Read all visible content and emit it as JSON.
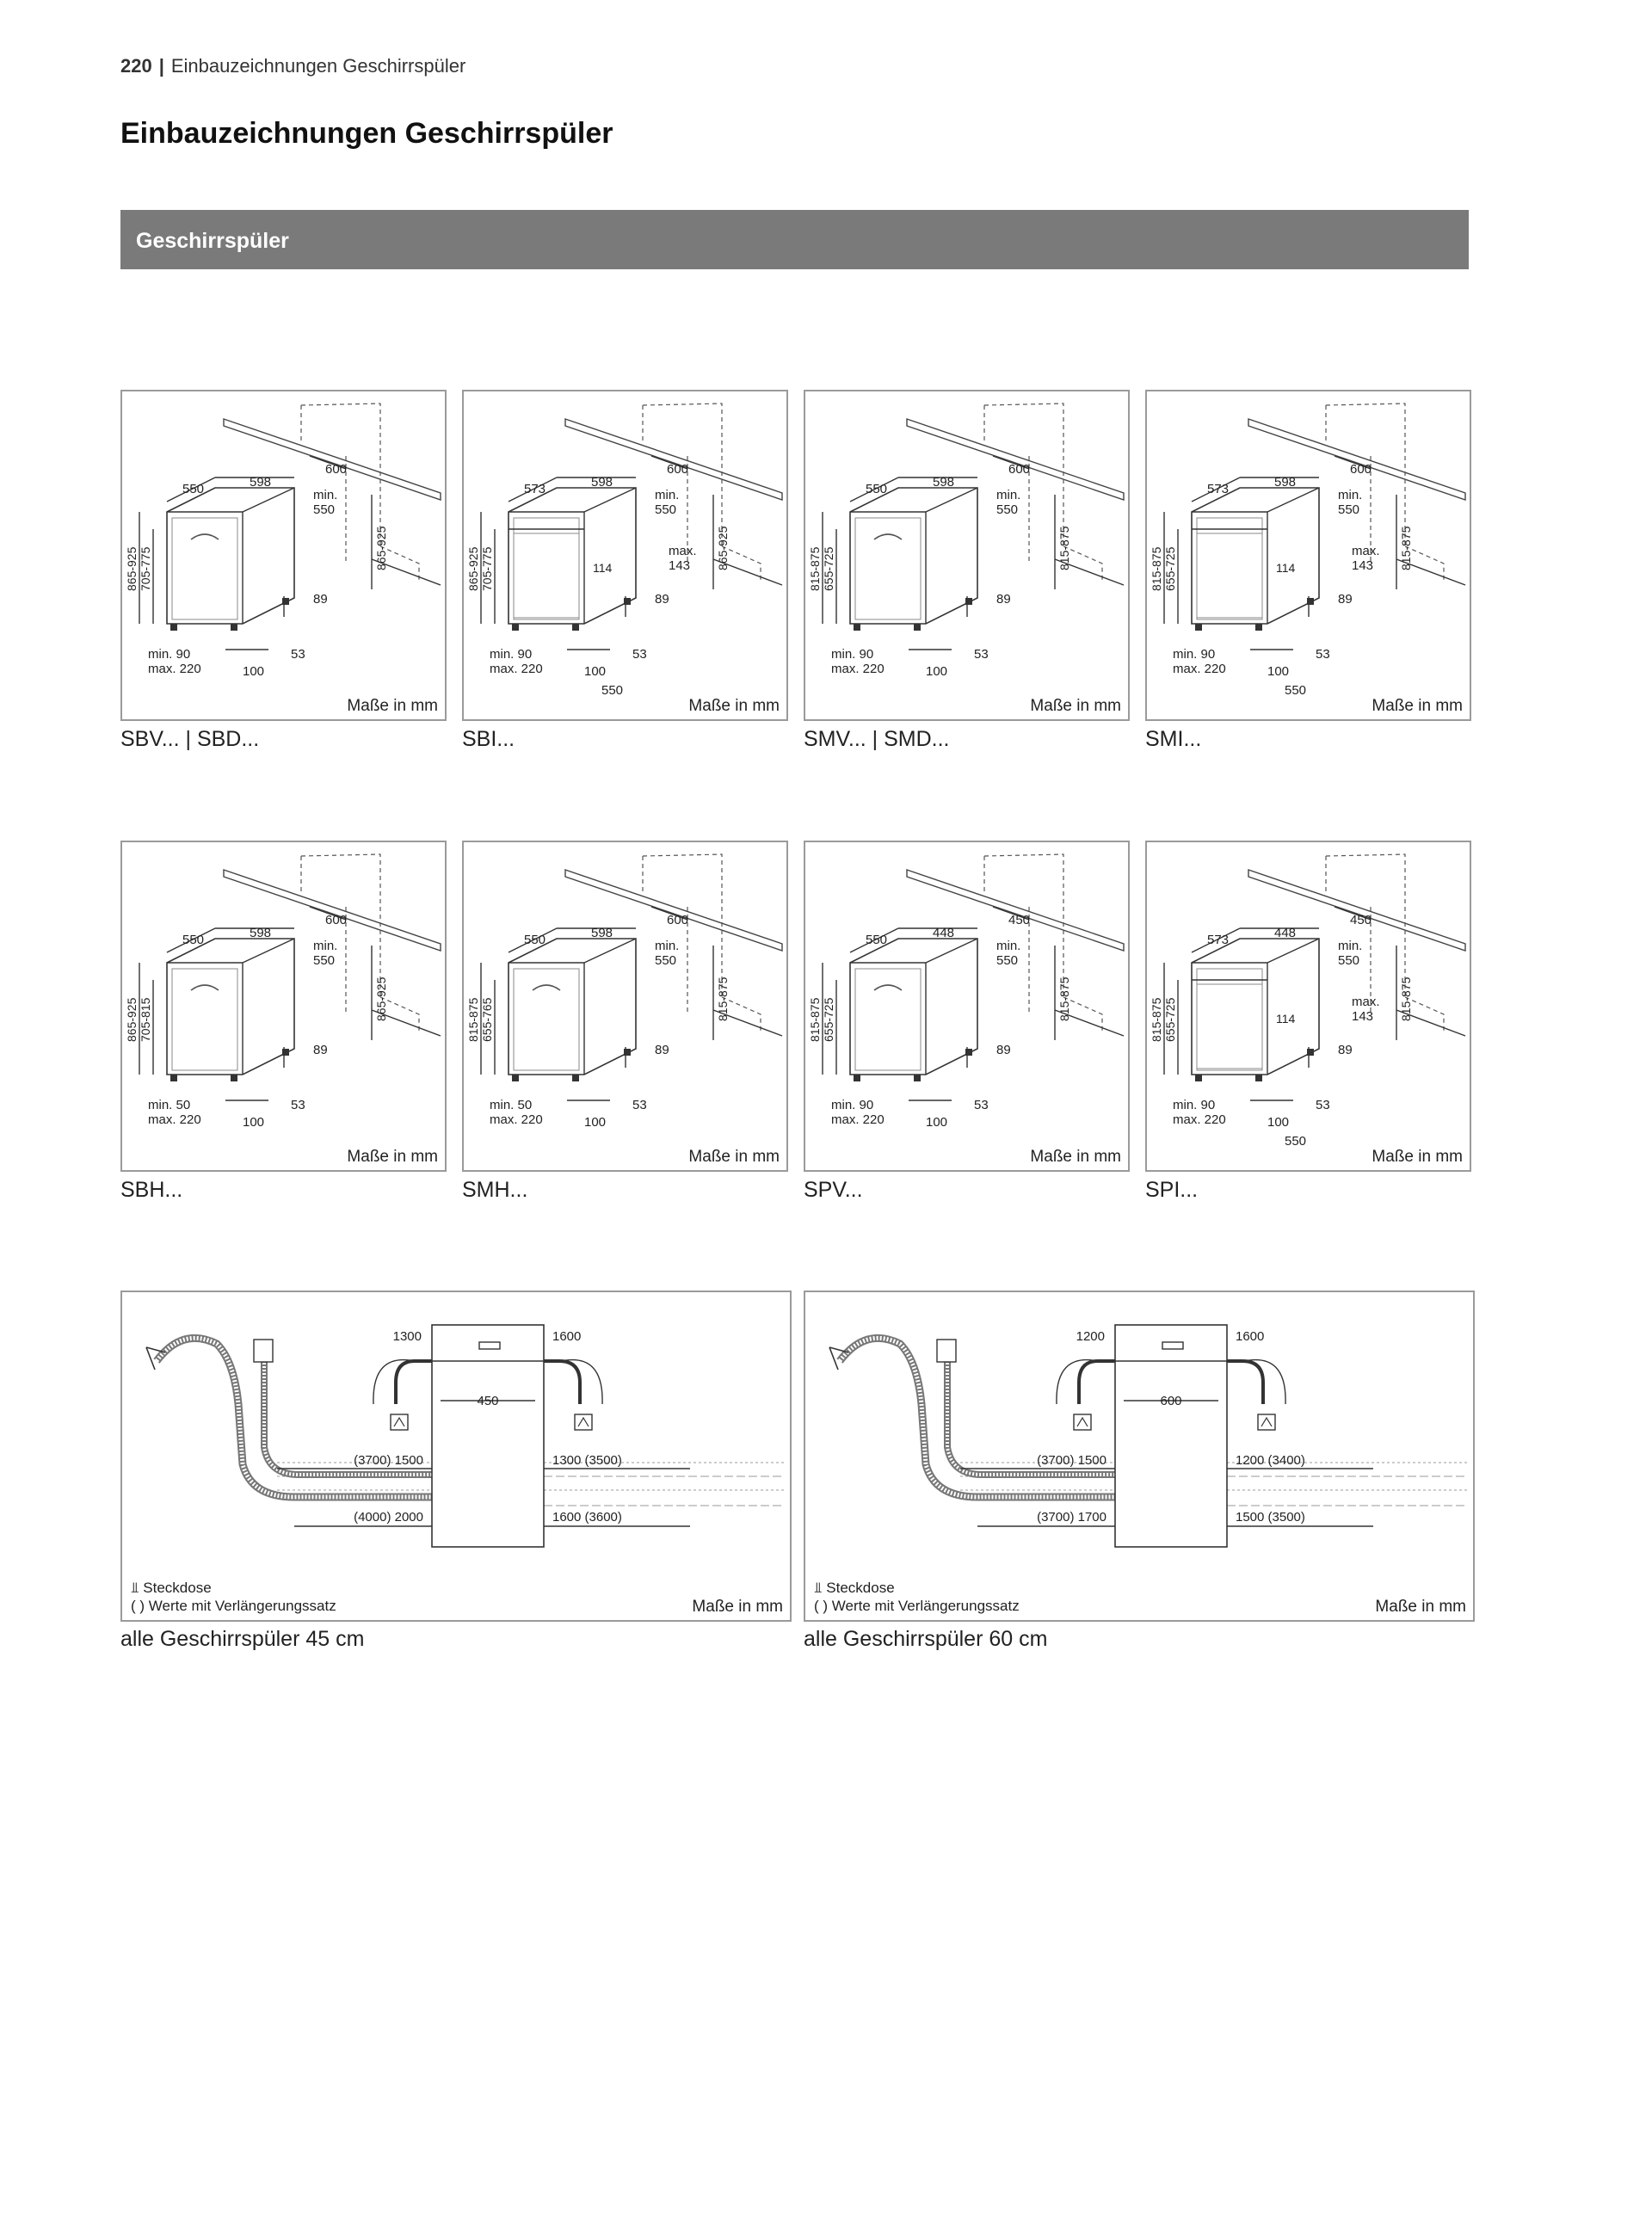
{
  "header": {
    "page_number": "220",
    "section": "Einbauzeichnungen Geschirrspüler"
  },
  "title": "Einbauzeichnungen Geschirrspüler",
  "banner": "Geschirrspüler",
  "unit_label": "Maße in mm",
  "panels": [
    {
      "caption": "SBV... | SBD...",
      "w": "550",
      "d": "598",
      "cab": "600",
      "minmax": "min. 550",
      "h1": "865-925",
      "h2": "705-775",
      "cabh": "865-925",
      "base": "89",
      "ap": "min. 90 max. 220",
      "foot": "100",
      "toe": "53"
    },
    {
      "caption": "SBI...",
      "w": "573",
      "d": "598",
      "cab": "600",
      "minmax": "min. 550",
      "h1": "865-925",
      "h2": "705-775",
      "cabh": "865-925",
      "base": "89",
      "ap": "min. 90 max. 220",
      "foot": "100",
      "toe": "53",
      "panel": "114",
      "max": "max. 143",
      "bot": "550"
    },
    {
      "caption": "SMV... | SMD...",
      "w": "550",
      "d": "598",
      "cab": "600",
      "minmax": "min. 550",
      "h1": "815-875",
      "h2": "655-725",
      "cabh": "815-875",
      "base": "89",
      "ap": "min. 90 max. 220",
      "foot": "100",
      "toe": "53"
    },
    {
      "caption": "SMI...",
      "w": "573",
      "d": "598",
      "cab": "600",
      "minmax": "min. 550",
      "h1": "815-875",
      "h2": "655-725",
      "cabh": "815-875",
      "base": "89",
      "ap": "min. 90 max. 220",
      "foot": "100",
      "toe": "53",
      "panel": "114",
      "max": "max. 143",
      "bot": "550"
    },
    {
      "caption": "SBH...",
      "w": "550",
      "d": "598",
      "cab": "600",
      "minmax": "min. 550",
      "h1": "865-925",
      "h2": "705-815",
      "cabh": "865-925",
      "base": "89",
      "ap": "min. 50 max. 220",
      "foot": "100",
      "toe": "53"
    },
    {
      "caption": "SMH...",
      "w": "550",
      "d": "598",
      "cab": "600",
      "minmax": "min. 550",
      "h1": "815-875",
      "h2": "655-765",
      "cabh": "815-875",
      "base": "89",
      "ap": "min. 50 max. 220",
      "foot": "100",
      "toe": "53"
    },
    {
      "caption": "SPV...",
      "w": "550",
      "d": "448",
      "cab": "450",
      "minmax": "min. 550",
      "h1": "815-875",
      "h2": "655-725",
      "cabh": "815-875",
      "base": "89",
      "ap": "min. 90 max. 220",
      "foot": "100",
      "toe": "53"
    },
    {
      "caption": "SPI...",
      "w": "573",
      "d": "448",
      "cab": "450",
      "minmax": "min. 550",
      "h1": "815-875",
      "h2": "655-725",
      "cabh": "815-875",
      "base": "89",
      "ap": "min. 90 max. 220",
      "foot": "100",
      "toe": "53",
      "panel": "114",
      "max": "max. 143",
      "bot": "550"
    }
  ],
  "connections": [
    {
      "caption": "alle Geschirrspüler 45 cm",
      "left_top": "1300",
      "right_top": "1600",
      "width": "450",
      "left_mid": "(3700) 1500",
      "right_mid": "1300 (3500)",
      "left_bot": "(4000) 2000",
      "right_bot": "1600 (3600)"
    },
    {
      "caption": "alle Geschirrspüler 60 cm",
      "left_top": "1200",
      "right_top": "1600",
      "width": "600",
      "left_mid": "(3700) 1500",
      "right_mid": "1200 (3400)",
      "left_bot": "(3700) 1700",
      "right_bot": "1500 (3500)"
    }
  ],
  "legend": {
    "socket": "Steckdose",
    "ext": "( ) Werte mit Verlängerungssatz"
  }
}
